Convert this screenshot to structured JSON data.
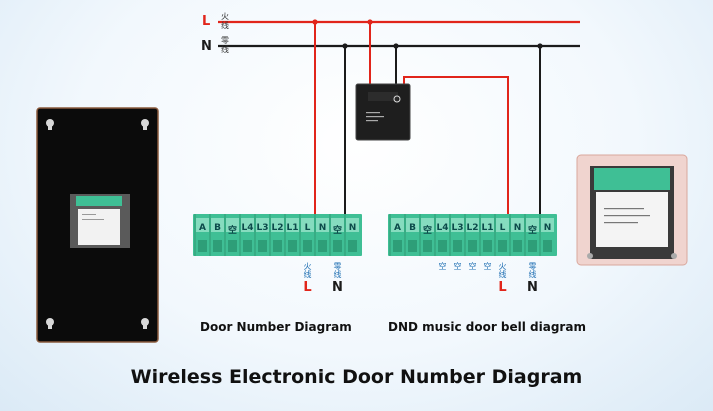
{
  "power_lines": {
    "live": {
      "letter": "L",
      "cn_1": "火",
      "cn_2": "线"
    },
    "neutral": {
      "letter": "N",
      "cn_1": "零",
      "cn_2": "线"
    }
  },
  "door_number_terminal": {
    "labels": [
      "A",
      "B",
      "空",
      "L4",
      "L3",
      "L2",
      "L1",
      "L",
      "N",
      "空",
      "N"
    ],
    "under": [
      {
        "i": 7,
        "cn_1": "火",
        "cn_2": "线",
        "big": "L"
      },
      {
        "i": 9,
        "cn_1": "零",
        "cn_2": "线",
        "big": "N"
      }
    ]
  },
  "doorbell_terminal": {
    "labels": [
      "A",
      "B",
      "空",
      "L4",
      "L3",
      "L2",
      "L1",
      "L",
      "N",
      "空",
      "N"
    ],
    "under_small": [
      {
        "i": 3,
        "text": "空"
      },
      {
        "i": 4,
        "text": "空"
      },
      {
        "i": 5,
        "text": "空"
      },
      {
        "i": 6,
        "text": "空"
      }
    ],
    "under": [
      {
        "i": 7,
        "cn_1": "火",
        "cn_2": "线",
        "big": "L"
      },
      {
        "i": 9,
        "cn_1": "零",
        "cn_2": "线",
        "big": "N"
      }
    ]
  },
  "door_number_caption": "Door Number Diagram",
  "doorbell_caption": "DND music door bell diagram",
  "title": "Wireless Electronic Door Number Diagram",
  "colors": {
    "live_wire": "#e1251b",
    "neutral_wire": "#1b1b1b",
    "terminal_block": "#3fbf95",
    "terminal_light": "#86dcbf"
  }
}
